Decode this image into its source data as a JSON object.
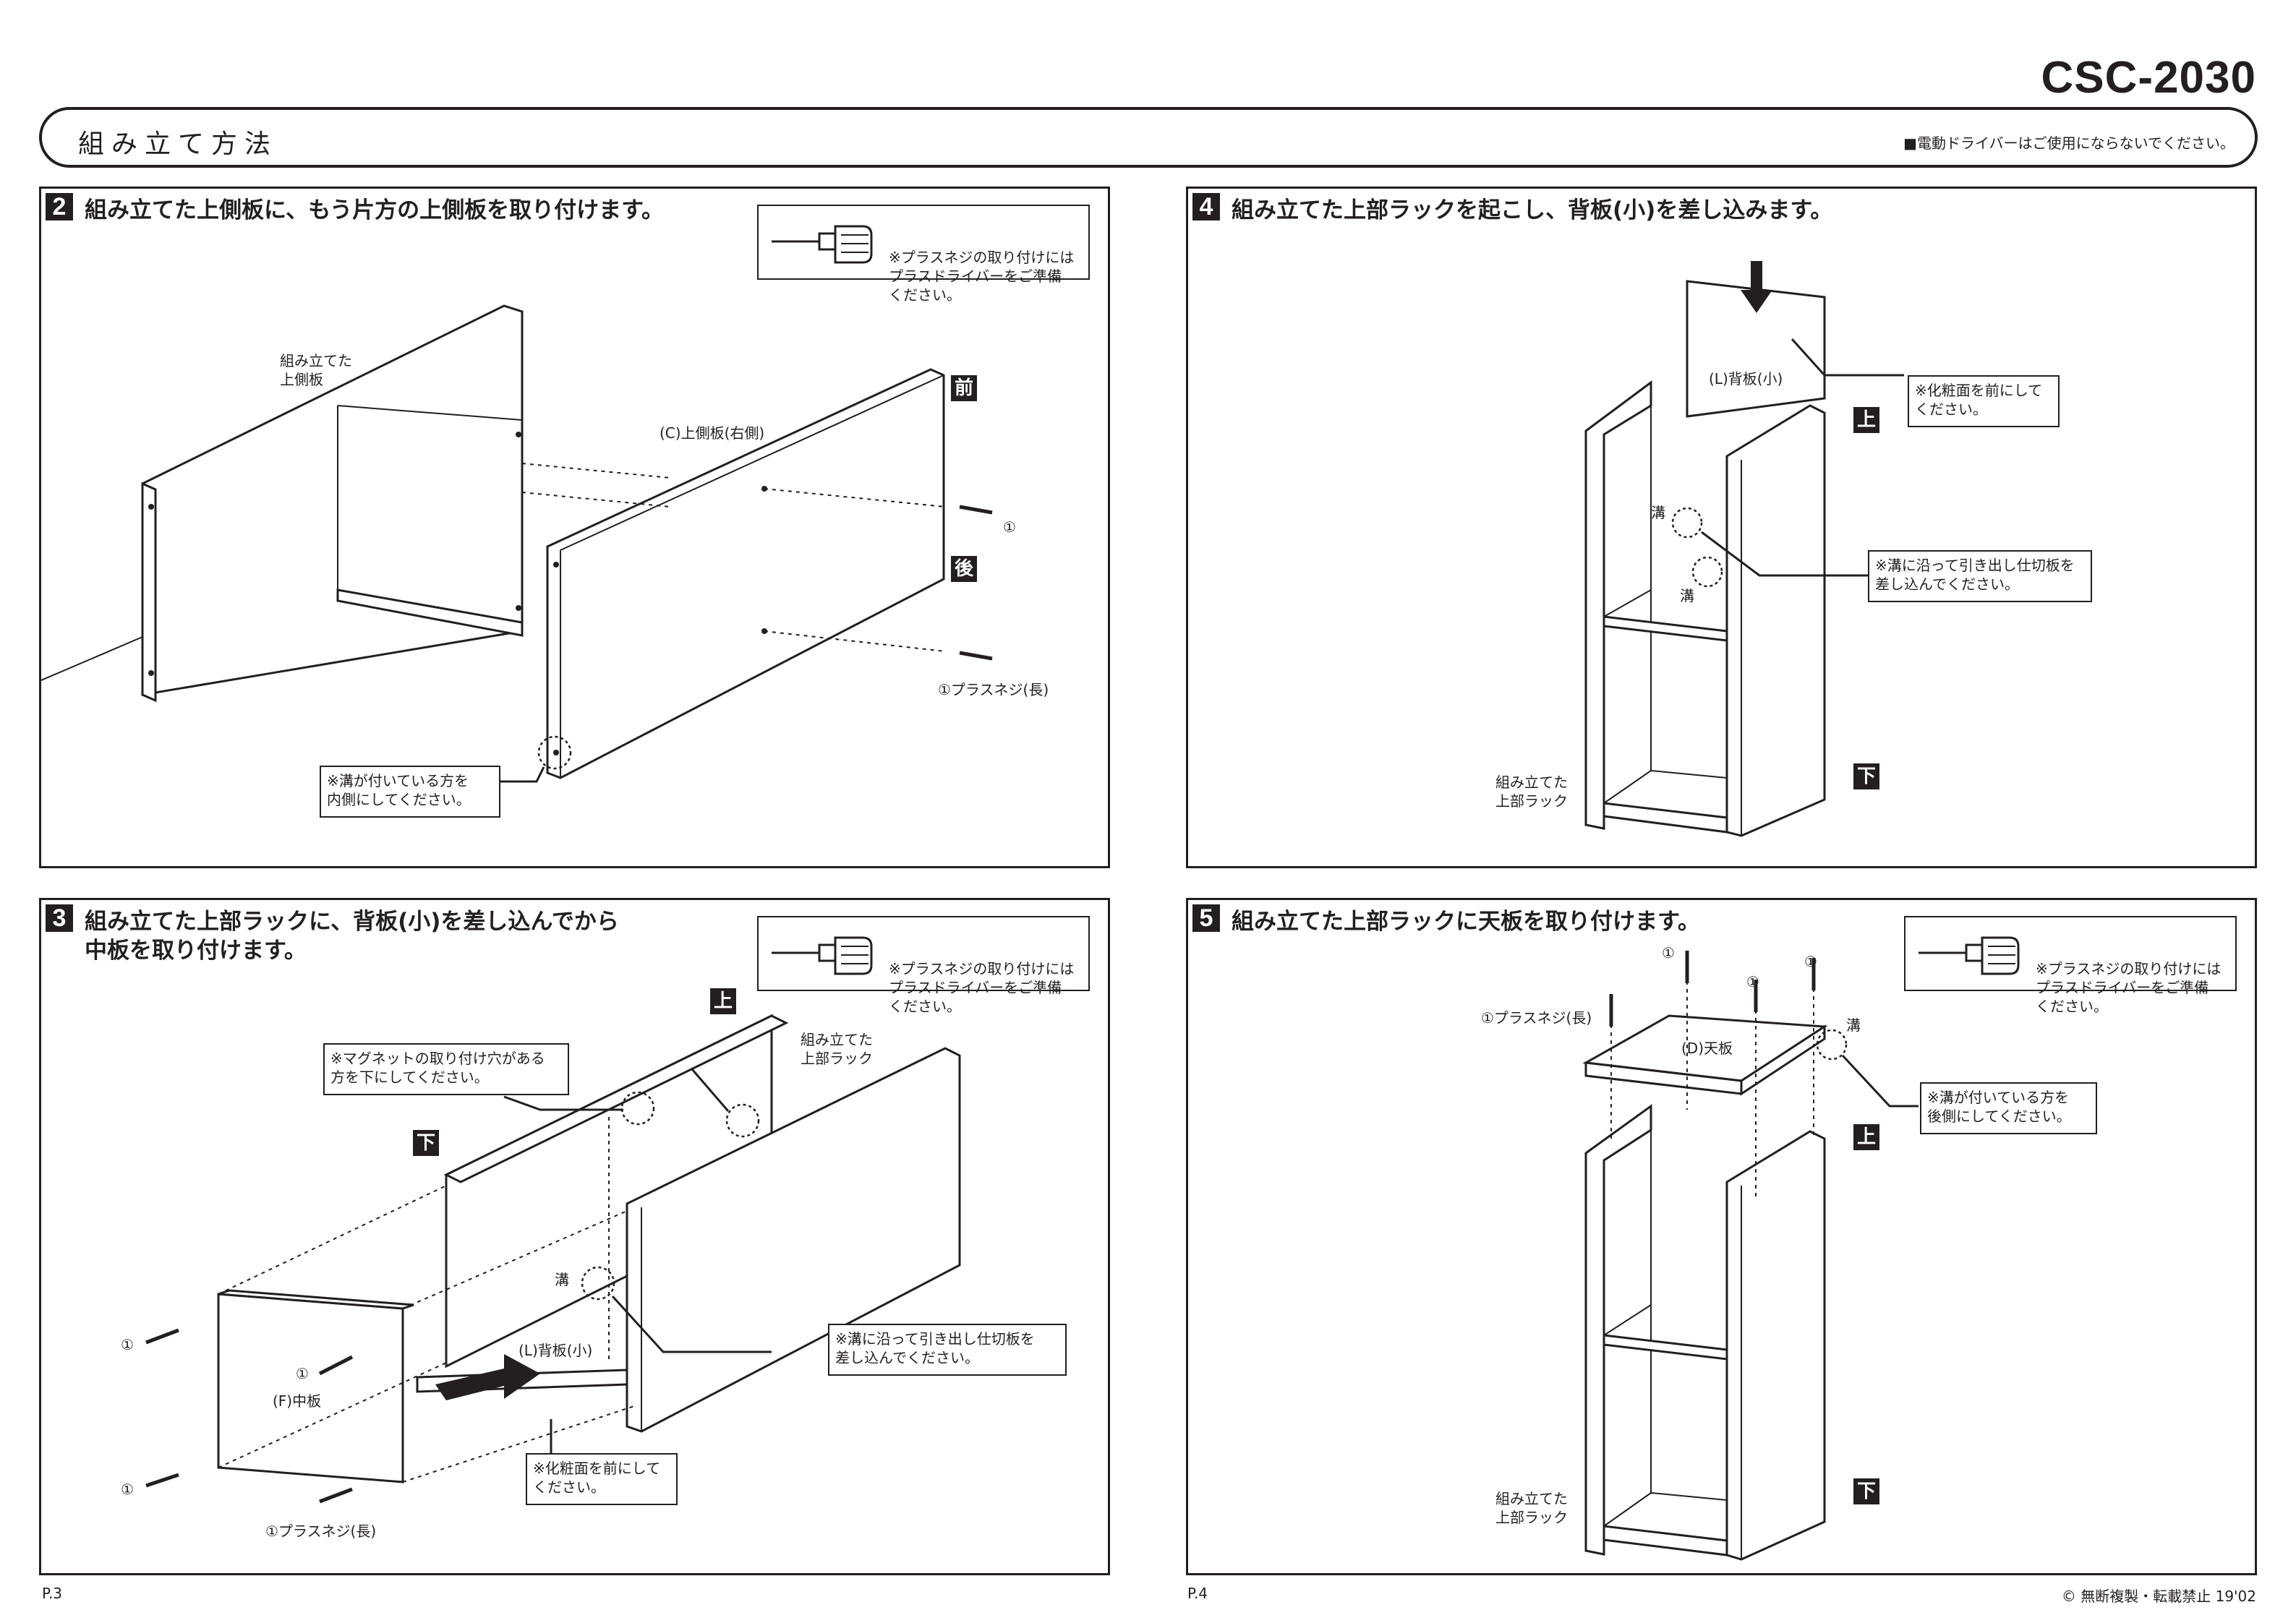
{
  "model": "CSC-2030",
  "header": {
    "title": "組み立て方法",
    "note": "■電動ドライバーはご使用にならないでください。"
  },
  "screw_note": "※プラスネジの取り付けには\nプラスドライバーをご準備\nください。",
  "steps": {
    "s2": {
      "number": "2",
      "title": "組み立てた上側板に、もう片方の上側板を取り付けます。",
      "label_assembled": "組み立てた\n上側板",
      "label_part": "(C)上側板(右側)",
      "label_screw_1": "①",
      "label_screw_long": "①プラスネジ(長)",
      "badge_front": "前",
      "badge_back": "後",
      "note_groove": "※溝が付いている方を\n内側にしてください。"
    },
    "s3": {
      "number": "3",
      "title_line1": "組み立てた上部ラックに、背板(小)を差し込んでから",
      "title_line2": "中板を取り付けます。",
      "note_magnet": "※マグネットの取り付け穴がある\n方を下にしてください。",
      "label_rack": "組み立てた\n上部ラック",
      "badge_top": "上",
      "badge_bottom": "下",
      "label_groove": "溝",
      "label_backboard": "(L)背板(小)",
      "label_middle": "(F)中板",
      "note_slide": "※溝に沿って引き出し仕切板を\n差し込んでください。",
      "note_face": "※化粧面を前にして\nください。",
      "label_screw_1": "①",
      "label_screw_long": "①プラスネジ(長)"
    },
    "s4": {
      "number": "4",
      "title": "組み立てた上部ラックを起こし、背板(小)を差し込みます。",
      "label_backboard": "(L)背板(小)",
      "note_face": "※化粧面を前にして\nください。",
      "badge_top": "上",
      "badge_bottom": "下",
      "label_groove": "溝",
      "note_slide": "※溝に沿って引き出し仕切板を\n差し込んでください。",
      "label_rack": "組み立てた\n上部ラック"
    },
    "s5": {
      "number": "5",
      "title": "組み立てた上部ラックに天板を取り付けます。",
      "label_screw_long": "①プラスネジ(長)",
      "label_screw_1": "①",
      "label_top": "(D)天板",
      "label_groove": "溝",
      "note_groove": "※溝が付いている方を\n後側にしてください。",
      "badge_top": "上",
      "badge_bottom": "下",
      "label_rack": "組み立てた\n上部ラック"
    }
  },
  "footer": {
    "page_left": "P.3",
    "page_right": "P.4",
    "copyright": "© 無断複製・転載禁止 19'02"
  }
}
